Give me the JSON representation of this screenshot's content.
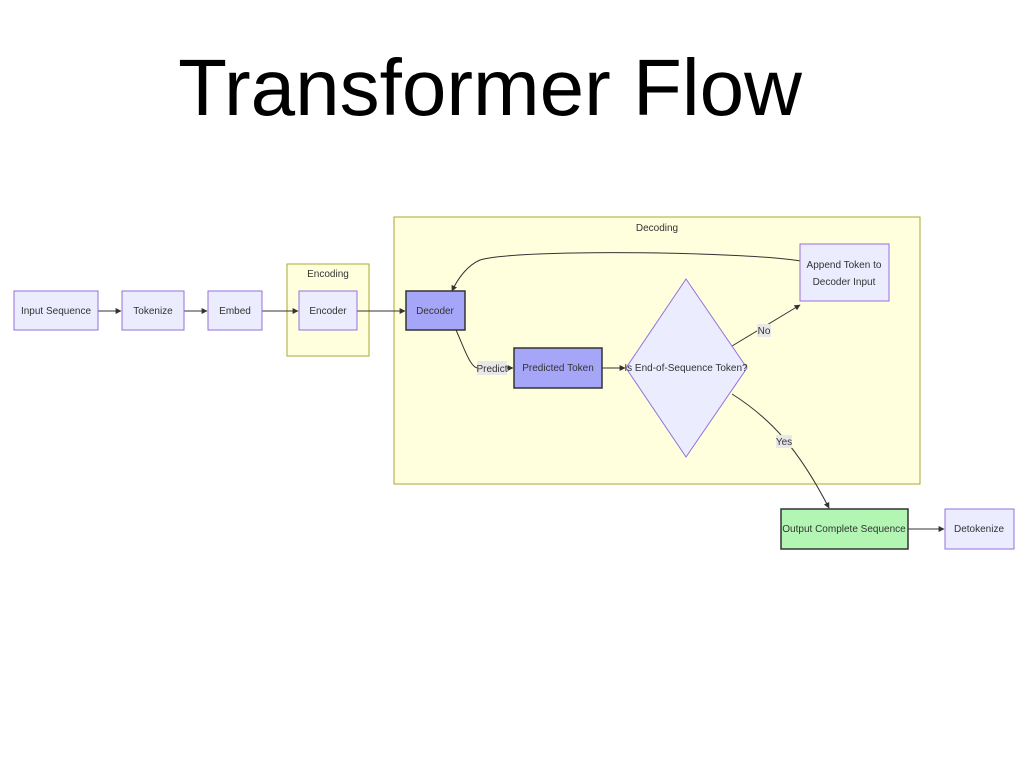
{
  "slide": {
    "title": "Transformer Flow"
  },
  "clusters": {
    "encoding": "Encoding",
    "decoding": "Decoding"
  },
  "nodes": {
    "input_sequence": "Input Sequence",
    "tokenize": "Tokenize",
    "embed": "Embed",
    "encoder": "Encoder",
    "decoder": "Decoder",
    "predicted_token": "Predicted Token",
    "is_eos": "Is End-of-Sequence Token?",
    "append_line1": "Append Token to",
    "append_line2": "Decoder Input",
    "output_complete": "Output Complete Sequence",
    "detokenize": "Detokenize"
  },
  "edge_labels": {
    "predict": "Predict",
    "no": "No",
    "yes": "Yes"
  },
  "colors": {
    "node_fill": "#ececff",
    "node_stroke": "#9370db",
    "highlight_fill": "#a6a6f8",
    "output_fill": "#b3f5b3",
    "cluster_fill": "#ffffde",
    "cluster_stroke": "#aaaa33"
  }
}
